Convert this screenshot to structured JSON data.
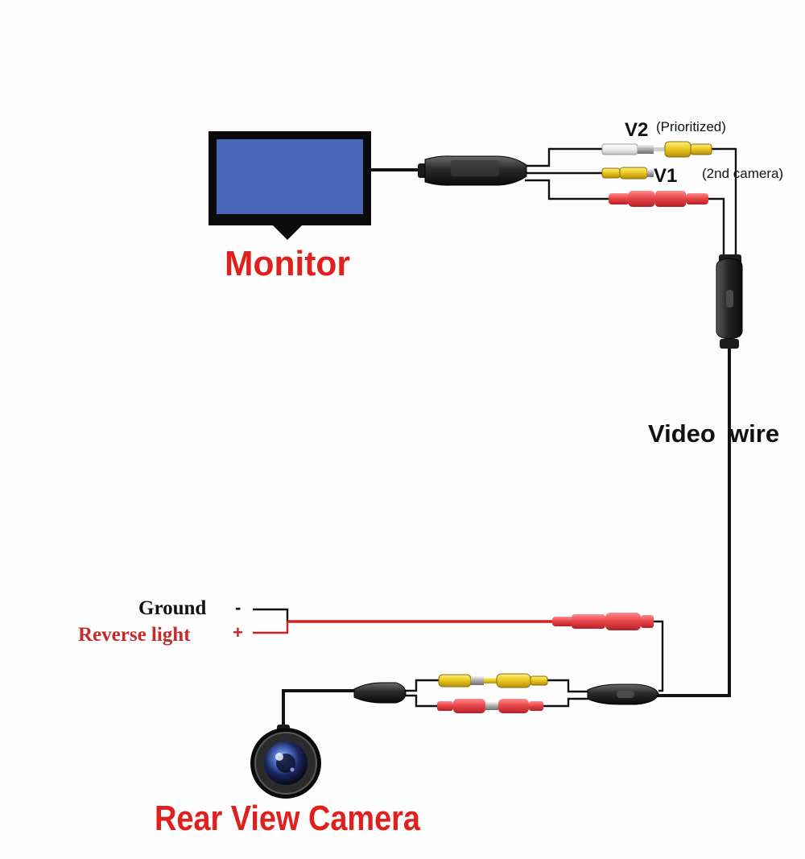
{
  "labels": {
    "monitor": "Monitor",
    "v2": "V2",
    "prioritized": "(Prioritized)",
    "v1": "V1",
    "second_camera": "(2nd camera)",
    "video_wire": "Video  wire",
    "ground": "Ground",
    "ground_sign": "-",
    "reverse_light": "Reverse light",
    "reverse_sign": "+",
    "rear_view_camera": "Rear View Camera"
  },
  "colors": {
    "background": "#fdfdfd",
    "wire": "#111111",
    "power_wire": "#d42020",
    "title_red": "#e0201c",
    "reverse_red": "#c62a2a",
    "screen_blue": "#4766b8",
    "monitor_frame": "#0b0b0b",
    "rca_yellow": "#e8c41c",
    "rca_white": "#f2f2f2",
    "rca_red": "#e8474a"
  }
}
